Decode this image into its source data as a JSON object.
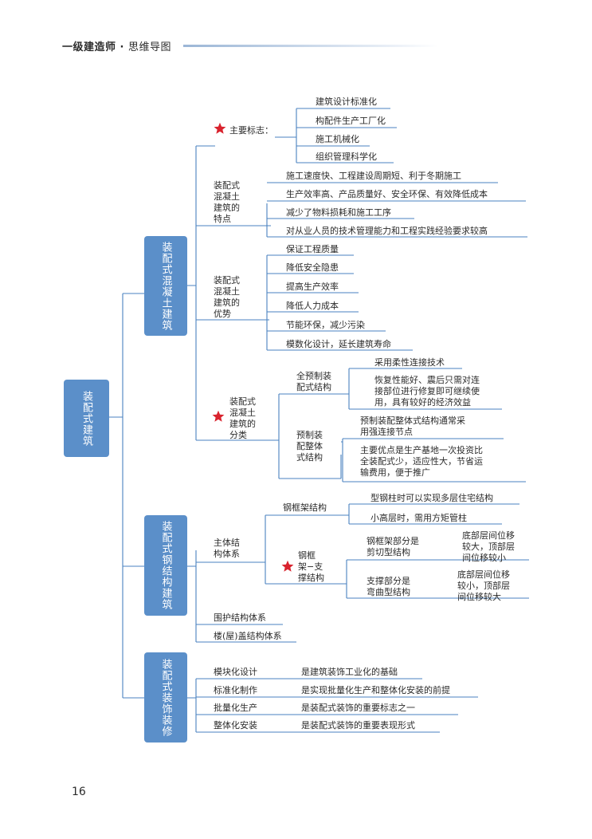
{
  "header": {
    "title": "一级建造师",
    "dot": "·",
    "subtitle": "思维导图"
  },
  "page_number": "16",
  "root": "装配式建筑",
  "branch1": {
    "label": "装配式混凝土建筑",
    "marks_label": "主要标志：",
    "marks": [
      "建筑设计标准化",
      "构配件生产工厂化",
      "施工机械化",
      "组织管理科学化"
    ],
    "features_label": "装配式\n混凝土\n建筑的\n特点",
    "features": [
      "施工速度快、工程建设周期短、利于冬期施工",
      "生产效率高、产品质量好、安全环保、有效降低成本",
      "减少了物料损耗和施工工序",
      "对从业人员的技术管理能力和工程实践经验要求较高"
    ],
    "adv_label": "装配式\n混凝土\n建筑的\n优势",
    "advantages": [
      "保证工程质量",
      "降低安全隐患",
      "提高生产效率",
      "降低人力成本",
      "节能环保，减少污染",
      "模数化设计，延长建筑寿命"
    ],
    "class_label": "装配式\n混凝土\n建筑的\n分类",
    "full_label": "全预制装\n配式结构",
    "full_items": [
      "采用柔性连接技术",
      "恢复性能好、震后只需对连\n接部位进行修复即可继续使\n用，具有较好的经济效益"
    ],
    "pre_label": "预制装\n配整体\n式结构",
    "pre_items": [
      "预制装配整体式结构通常采\n用强连接节点",
      "主要优点是生产基地一次投资比\n全装配式少，适应性大，节省运\n输费用，便于推广"
    ]
  },
  "branch2": {
    "label": "装配式钢结构建筑",
    "main_label": "主体结\n构体系",
    "frame_label": "钢框架结构",
    "frame_items": [
      "型钢柱时可以实现多层住宅结构",
      "小高层时，需用方矩管柱"
    ],
    "brace_label": "钢框\n架−支\n撑结构",
    "shear_label": "钢框架部分是\n剪切型结构",
    "shear_desc": "底部层间位移\n较大，顶部层\n间位移较小",
    "bend_label": "支撑部分是\n弯曲型结构",
    "bend_desc": "底部层间位移\n较小，顶部层\n间位移较大",
    "enclose_label": "围护结构体系",
    "floor_label": "楼(屋)盖结构体系"
  },
  "branch3": {
    "label": "装配式装饰装修",
    "rows": [
      {
        "k": "模块化设计",
        "v": "是建筑装饰工业化的基础"
      },
      {
        "k": "标准化制作",
        "v": "是实现批量化生产和整体化安装的前提"
      },
      {
        "k": "批量化生产",
        "v": "是装配式装饰的重要标志之一"
      },
      {
        "k": "整体化安装",
        "v": "是装配式装饰的重要表现形式"
      }
    ]
  },
  "colors": {
    "box": "#5b8fc9",
    "line": "#4a82c0",
    "star": "#d9232e"
  }
}
